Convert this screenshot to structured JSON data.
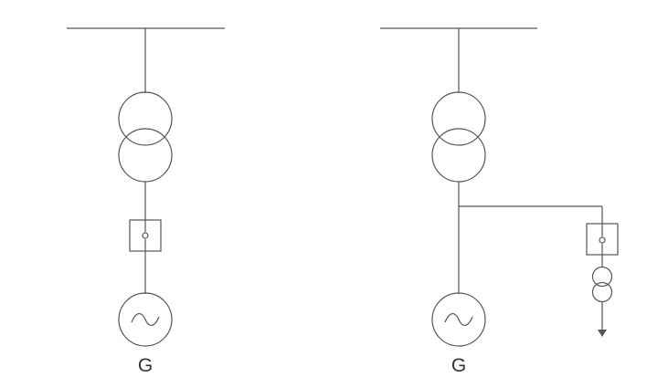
{
  "diagram": {
    "left": {
      "generator_label": "G"
    },
    "right": {
      "generator_label": "G"
    }
  },
  "colors": {
    "line": "#555555",
    "text": "#333333",
    "background": "#ffffff"
  },
  "icons": [
    "busbar",
    "two-winding-transformer-icon",
    "circuit-breaker-icon",
    "generator-icon",
    "auxiliary-transformer-icon",
    "load-arrow-icon"
  ]
}
